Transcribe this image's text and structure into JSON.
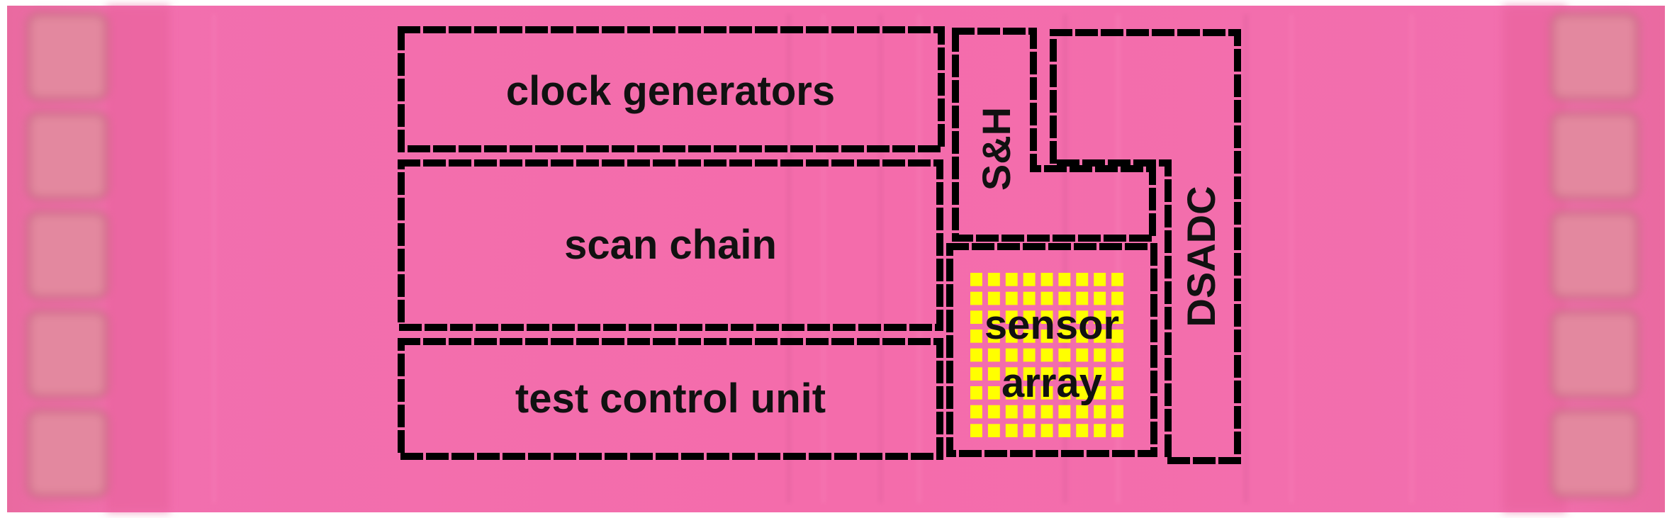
{
  "blocks": {
    "clock_generators": "clock generators",
    "scan_chain": "scan chain",
    "test_control_unit": "test control unit",
    "sample_hold": "S&H",
    "sensor_array_line1": "sensor",
    "sensor_array_line2": "array",
    "dsadc": "DSADC"
  },
  "colors": {
    "die_background": "#f06aa8",
    "pad_ring": "#d9728f",
    "outline": "#000000",
    "sensor_grid": "#ffff00",
    "label_text": "#111111"
  },
  "sensor_grid": {
    "rows": 9,
    "cols": 9
  }
}
